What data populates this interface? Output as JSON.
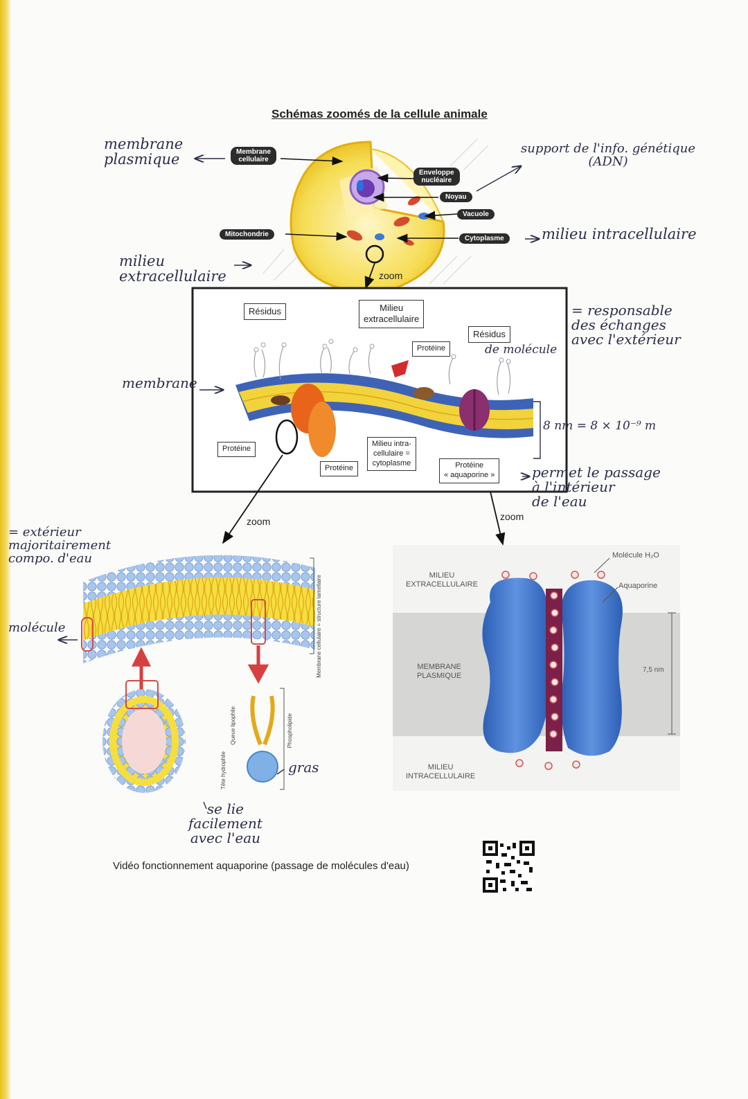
{
  "title": "Schémas zoomés de la cellule animale",
  "footer": {
    "video_text": "Vidéo fonctionnement aquaporine (passage de molécules d'eau)"
  },
  "colors": {
    "membrane_yellow": "#f3d33b",
    "membrane_blue": "#3e63b6",
    "aquaporin_blue": "#3f7ad3",
    "label_dark": "#2c2c2c",
    "handwriting": "#2a2d4a"
  },
  "cell": {
    "labels": {
      "membrane": "Membrane\ncellulaire",
      "envelope": "Enveloppe\nnucléaire",
      "nucleus": "Noyau",
      "vacuole": "Vacuole",
      "mitochondria": "Mitochondrie",
      "cytoplasm": "Cytoplasme"
    },
    "zoom": "zoom"
  },
  "membrane_zoom": {
    "labels": {
      "residus_left": "Résidus",
      "milieu_extra": "Milieu\nextracellulaire",
      "proteine_top": "Protéine",
      "residus_right": "Résidus",
      "proteine_left": "Protéine",
      "proteine_mid": "Protéine",
      "milieu_intra": "Milieu intra-\ncellulaire =\ncytoplasme",
      "aquaporine": "Protéine\n« aquaporine »"
    },
    "zoom_left": "zoom",
    "zoom_right": "zoom"
  },
  "bilayer": {
    "side_labels": [
      "Membrane cellulaire",
      "=",
      "structure lamellaire"
    ],
    "phospholipid_labels": [
      "Tête hydrophile",
      "Queue lipophile",
      "Phospholipide"
    ]
  },
  "aquaporin_photo": {
    "molecule_label": "Molécule H₂O",
    "aquaporine_label": "Aquaporine",
    "extra_label": "MILIEU\nEXTRACELLULAIRE",
    "membrane_label": "MEMBRANE\nPLASMIQUE",
    "intra_label": "MILIEU\nINTRACELLULAIRE",
    "thickness": "7,5 nm"
  },
  "notes": {
    "membrane_plasmique": "membrane\nplasmique",
    "support_adn": "support de l'info. génétique\n(ADN)",
    "milieu_intracellulaire": "milieu intracellulaire",
    "milieu_extracellulaire": "milieu\nextracellulaire",
    "responsable": "= responsable\ndes échanges\navec l'extérieur",
    "de_molecule": "de molécule",
    "membrane": "membrane",
    "epaisseur": "8 nm = 8 × 10⁻⁹ m",
    "permet": "permet le passage\nà l'intérieur\nde l'eau",
    "exterieur": "= extérieur\nmajoritairement\ncompo. d'eau",
    "molecule": "molécule",
    "gras": "gras",
    "se_lie": "se lie\nfacilement\navec l'eau"
  }
}
